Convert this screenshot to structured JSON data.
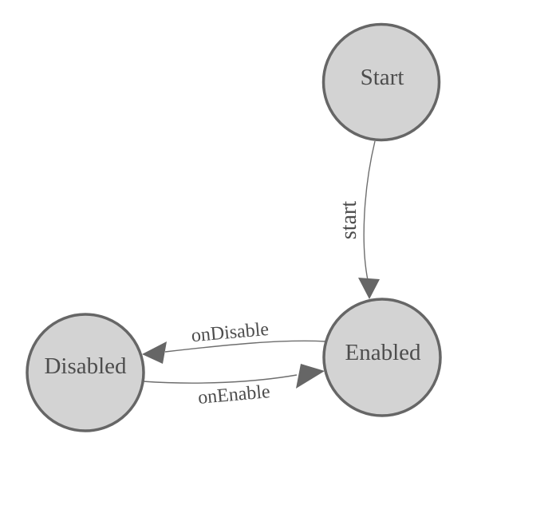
{
  "diagram": {
    "type": "state-machine",
    "background": "#ffffff",
    "colors": {
      "node_fill": "#d3d3d3",
      "node_stroke": "#666666",
      "edge_stroke": "#6e6e6e",
      "arrow_fill": "#666666",
      "text": "#4d4d4d"
    },
    "nodes": [
      {
        "id": "start-state",
        "label": "Start"
      },
      {
        "id": "enabled-state",
        "label": "Enabled"
      },
      {
        "id": "disabled-state",
        "label": "Disabled"
      }
    ],
    "edges": [
      {
        "id": "start-transition",
        "label": "start",
        "from": "Start",
        "to": "Enabled"
      },
      {
        "id": "ondisable-transition",
        "label": "onDisable",
        "from": "Enabled",
        "to": "Disabled"
      },
      {
        "id": "onenable-transition",
        "label": "onEnable",
        "from": "Disabled",
        "to": "Enabled"
      }
    ]
  }
}
